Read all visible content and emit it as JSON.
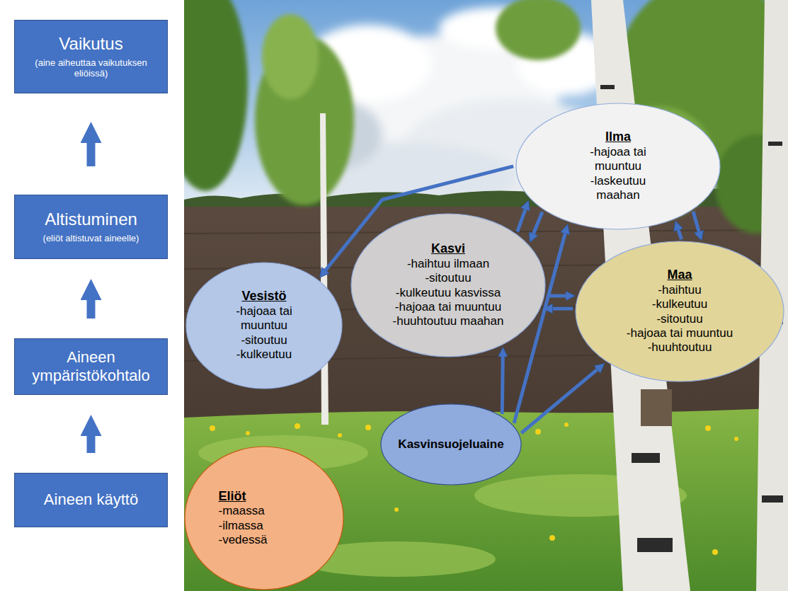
{
  "diagram": {
    "nodes": [
      {
        "text": [
          "Vaikutus",
          "(aine aiheuttaa vaikutuksen eliöissä)"
        ]
      },
      {
        "text": [
          "Altistuminen",
          "(eliöt altistuvat aineelle)"
        ]
      },
      {
        "text": [
          "Aineen ympäristökohtalo"
        ]
      },
      {
        "text": [
          "Aineen käyttö"
        ]
      },
      {
        "text": [
          "Ilma",
          "-hajoaa tai muuntuu",
          "-laskeutuu maahan"
        ]
      },
      {
        "text": [
          "Kasvi",
          "-haihtuu ilmaan",
          "-sitoutuu",
          "-kulkeutuu kasvissa",
          "-hajoaa tai muuntuu",
          "-huuhtoutuu maahan"
        ]
      },
      {
        "text": [
          "Maa",
          "-haihtuu",
          "-kulkeutuu",
          "-sitoutuu",
          "-hajoaa tai muuntuu",
          "-huuhtoutuu"
        ]
      },
      {
        "text": [
          "Vesistö",
          "-hajoaa tai muuntuu",
          "-sitoutuu",
          "-kulkeutuu"
        ]
      },
      {
        "text": [
          "Kasvinsuojeluaine"
        ]
      },
      {
        "text": [
          "Eliöt",
          "-maassa",
          "-ilmassa",
          "-vedessä"
        ]
      }
    ],
    "edges": [
      {
        "from": 3,
        "to": 2,
        "arrow": "to"
      },
      {
        "from": 2,
        "to": 1,
        "arrow": "to"
      },
      {
        "from": 1,
        "to": 0,
        "arrow": "to"
      },
      {
        "from": 4,
        "to": 7,
        "arrow": "to"
      },
      {
        "from": 5,
        "to": 4,
        "arrow": "to"
      },
      {
        "from": 4,
        "to": 5,
        "arrow": "to"
      },
      {
        "from": 5,
        "to": 6,
        "arrow": "to"
      },
      {
        "from": 6,
        "to": 5,
        "arrow": "to"
      },
      {
        "from": 6,
        "to": 4,
        "arrow": "to"
      },
      {
        "from": 4,
        "to": 6,
        "arrow": "to"
      },
      {
        "from": 8,
        "to": 5,
        "arrow": "to"
      },
      {
        "from": 8,
        "to": 4,
        "arrow": "to"
      },
      {
        "from": 8,
        "to": 6,
        "arrow": "to"
      }
    ]
  }
}
